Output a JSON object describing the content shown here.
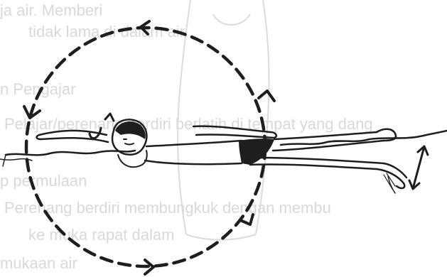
{
  "illustration": {
    "subject": "swimmer-backstroke-arm-rotation",
    "show_through_text": [
      "ja air. Memberi",
      "tidak lama di dalam air.",
      "n Pengajar",
      "Pelajar/perenang berdiri berlatih di tempat yang dang",
      "p permulaan",
      "Perenang berdiri membungkuk dengan membu",
      "ke muka rapat dalam",
      "mukaan air"
    ]
  }
}
